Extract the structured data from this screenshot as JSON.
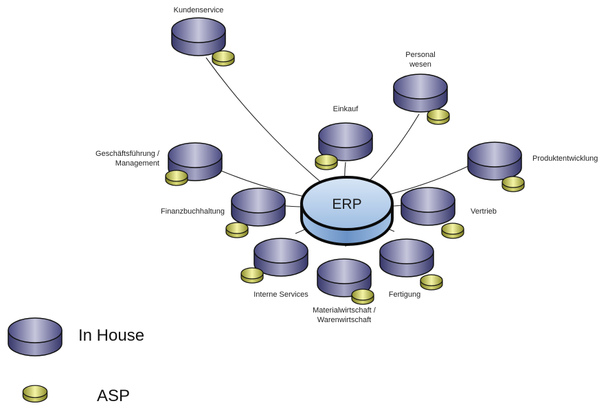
{
  "hub": {
    "label": "ERP"
  },
  "nodes": [
    {
      "id": "kundenservice",
      "lines": [
        "Kundenservice"
      ]
    },
    {
      "id": "personalwesen",
      "lines": [
        "Personal",
        "wesen"
      ]
    },
    {
      "id": "einkauf",
      "lines": [
        "Einkauf"
      ]
    },
    {
      "id": "geschaeftsfuehrung",
      "lines": [
        "Geschäftsführung /",
        "Management"
      ]
    },
    {
      "id": "produktentwicklung",
      "lines": [
        "Produktentwicklung"
      ]
    },
    {
      "id": "finanzbuchhaltung",
      "lines": [
        "Finanzbuchhaltung"
      ]
    },
    {
      "id": "vertrieb",
      "lines": [
        "Vertrieb"
      ]
    },
    {
      "id": "interne-services",
      "lines": [
        "Interne Services"
      ]
    },
    {
      "id": "materialwirtschaft",
      "lines": [
        "Materialwirtschaft /",
        "Warenwirtschaft"
      ]
    },
    {
      "id": "fertigung",
      "lines": [
        "Fertigung"
      ]
    }
  ],
  "legend": {
    "in_house": "In House",
    "asp": "ASP"
  },
  "colors": {
    "disk_fill": "#8a8ab8",
    "disk_edge": "#111111",
    "hub_fill": "#b8d0ec",
    "coin_fill": "#dede66"
  }
}
